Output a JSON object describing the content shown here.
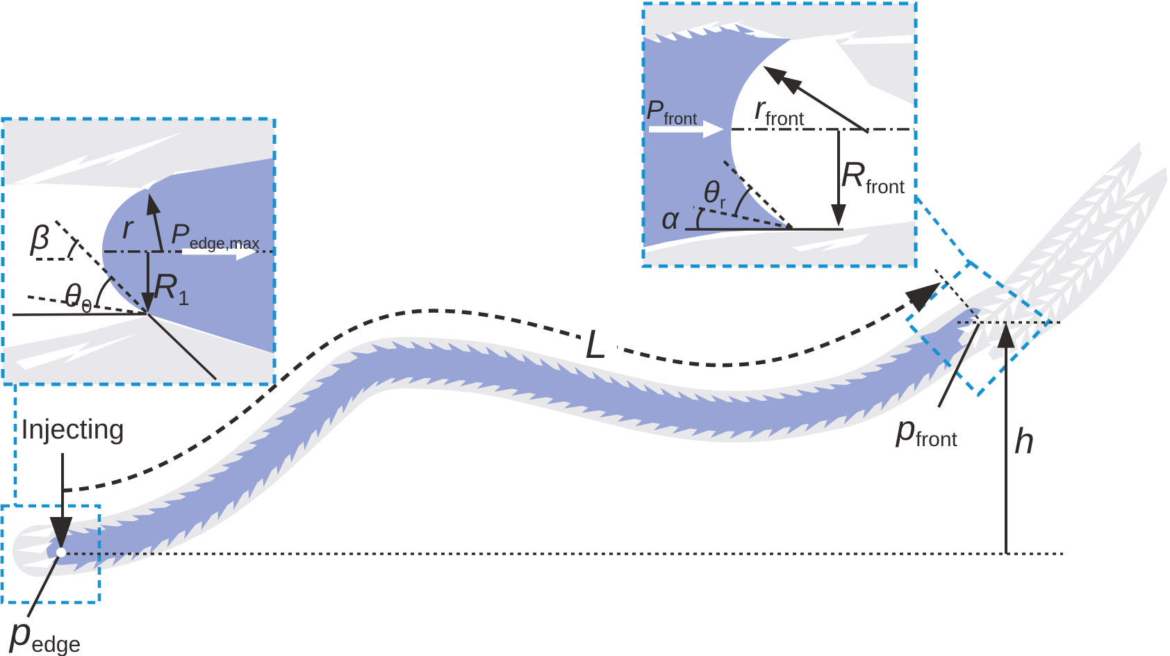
{
  "figure": {
    "labels": {
      "injecting": "Injecting",
      "length": "L",
      "height": "h",
      "p_edge": {
        "main": "p",
        "sub": "edge"
      },
      "p_front": {
        "main": "p",
        "sub": "front"
      }
    },
    "edge_inset": {
      "beta": "β",
      "theta_0": {
        "main": "θ",
        "sub": "0"
      },
      "r": "r",
      "R_1": {
        "main": "R",
        "sub": "1"
      },
      "P_edge_max": {
        "main": "P",
        "sub": "edge,max"
      }
    },
    "front_inset": {
      "P_front": {
        "main": "P",
        "sub": "front"
      },
      "r_front": {
        "main": "r",
        "sub": "front"
      },
      "R_front": {
        "main": "R",
        "sub": "front"
      },
      "theta_r": {
        "main": "θ",
        "sub": "r"
      },
      "alpha": "α"
    },
    "colors": {
      "liquid": "#97a4d6",
      "rock": "#e8e8ea",
      "callout_blue": "#1492d4",
      "ink": "#2e2a27",
      "background": "#ffffff"
    }
  }
}
